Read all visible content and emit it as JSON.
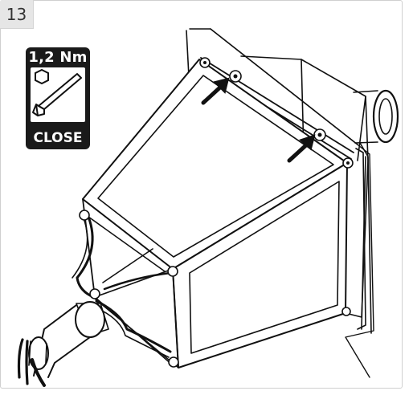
{
  "step": {
    "number": "13"
  },
  "tool": {
    "torque": "1,2 Nm",
    "action": "CLOSE",
    "hex_icon": "hexagon-nut-icon",
    "key_icon": "allen-key-icon"
  },
  "arrows": {
    "icon": "arrow-pointer-icon",
    "count": 2
  },
  "colors": {
    "ink": "#111111",
    "badge_bg": "#e6e6e6",
    "card_bg": "#1a1a1a"
  }
}
